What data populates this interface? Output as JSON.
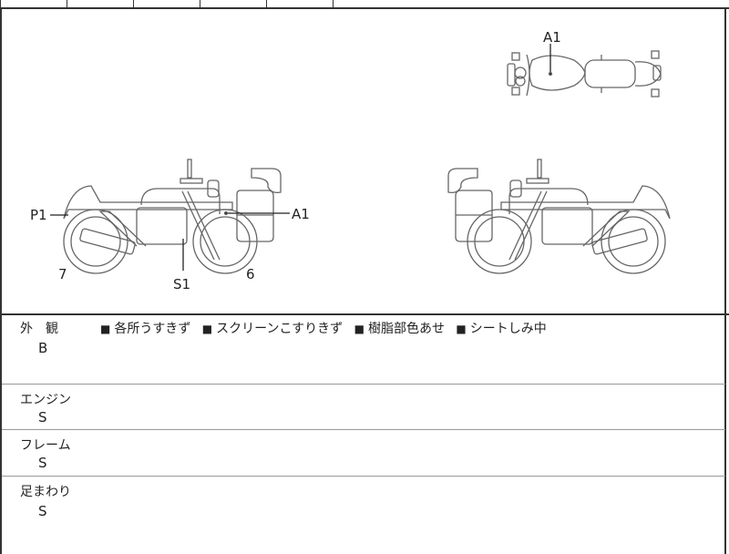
{
  "header_row": {
    "cells": [
      "",
      "",
      "",
      "",
      "",
      ""
    ]
  },
  "diagram": {
    "labels": {
      "top_view_a1": "A1",
      "left_p1": "P1",
      "left_a1": "A1",
      "left_s1": "S1",
      "left_7": "7",
      "left_6": "6"
    }
  },
  "sections": [
    {
      "title": "外　観",
      "grade": "B",
      "notes": [
        "各所うすきず",
        "スクリーンこすりきず",
        "樹脂部色あせ",
        "シートしみ中"
      ],
      "bullet": "■"
    },
    {
      "title": "エンジン",
      "grade": "S"
    },
    {
      "title": "フレーム",
      "grade": "S"
    },
    {
      "title": "足まわり",
      "grade": "S"
    }
  ]
}
